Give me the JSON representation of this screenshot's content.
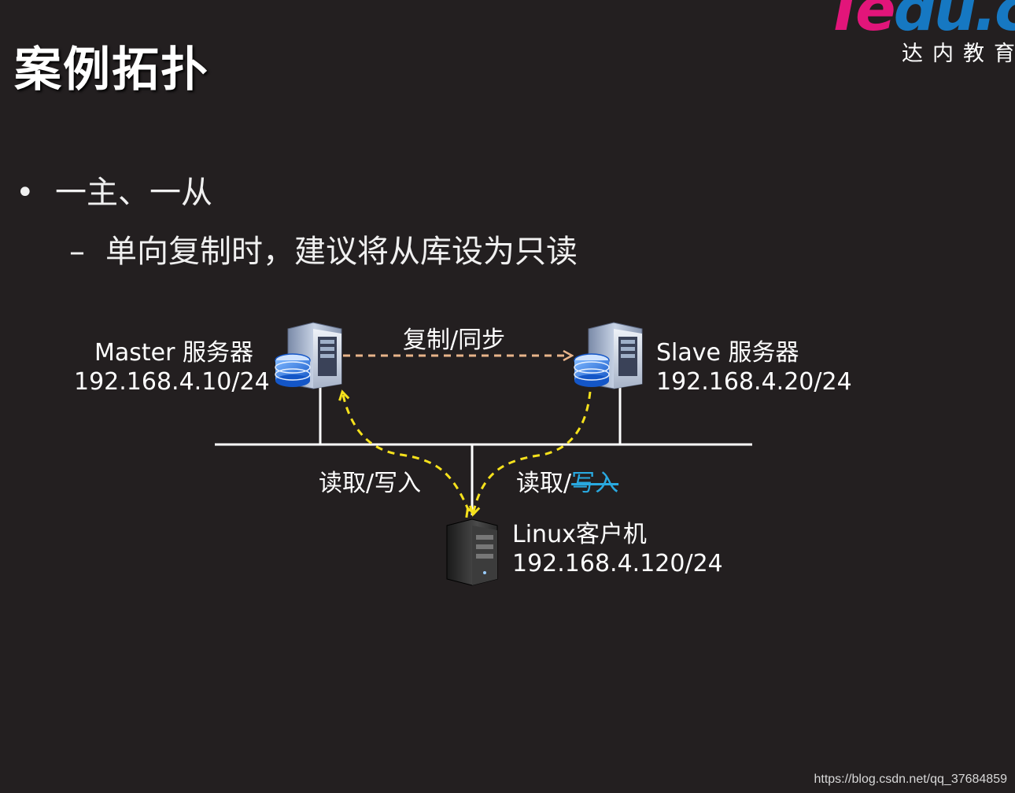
{
  "slide": {
    "title": "案例拓扑",
    "logo": {
      "part1": "Te",
      "part2": "du.cn",
      "sub": "达内教育"
    },
    "bullet": "一主、一从",
    "sub_bullet": "单向复制时，建议将从库设为只读",
    "watermark": "https://blog.csdn.net/qq_37684859"
  },
  "diagram": {
    "master": {
      "name": "Master 服务器",
      "ip": "192.168.4.10/24"
    },
    "slave": {
      "name": "Slave 服务器",
      "ip": "192.168.4.20/24"
    },
    "client": {
      "name": "Linux客户机",
      "ip": "192.168.4.120/24"
    },
    "replication_label": "复制/同步",
    "master_access": "读取/写入",
    "slave_access_read": "读取/",
    "slave_access_write": "写入"
  },
  "colors": {
    "background": "#231f20",
    "replication_arrow": "#e8b48a",
    "access_arrow": "#f5e11c",
    "strikethrough": "#29a9e0"
  }
}
